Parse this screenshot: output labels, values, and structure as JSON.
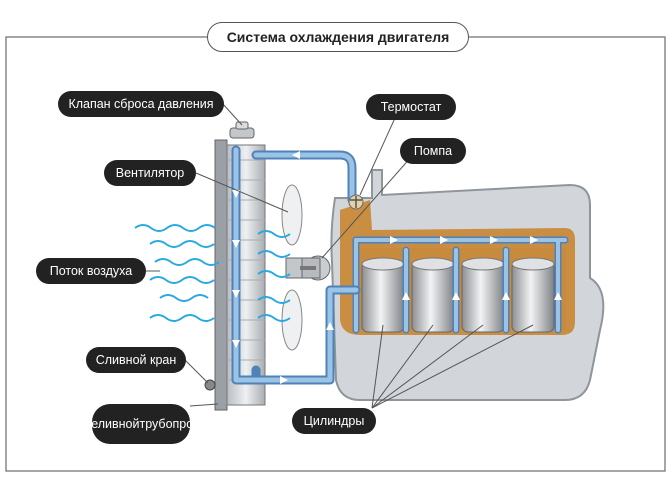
{
  "title": "Система охлаждения двигателя",
  "labels": {
    "pressure_valve": "Клапан сброса давления",
    "fan": "Вентилятор",
    "airflow": "Поток воздуха",
    "drain_valve": "Сливной кран",
    "overflow_line1": "Переливной",
    "overflow_line2": "трубопровод",
    "thermostat": "Термостат",
    "pump": "Помпа",
    "cylinders": "Цилиндры"
  },
  "colors": {
    "coolant": "#9bc3e6",
    "coolant_stroke": "#4f82b8",
    "oil": "#c98a3a",
    "engine_block": "#d2d6da",
    "airflow": "#2aa9e0",
    "callout_bg": "#222222"
  },
  "cylinder_count": 4
}
